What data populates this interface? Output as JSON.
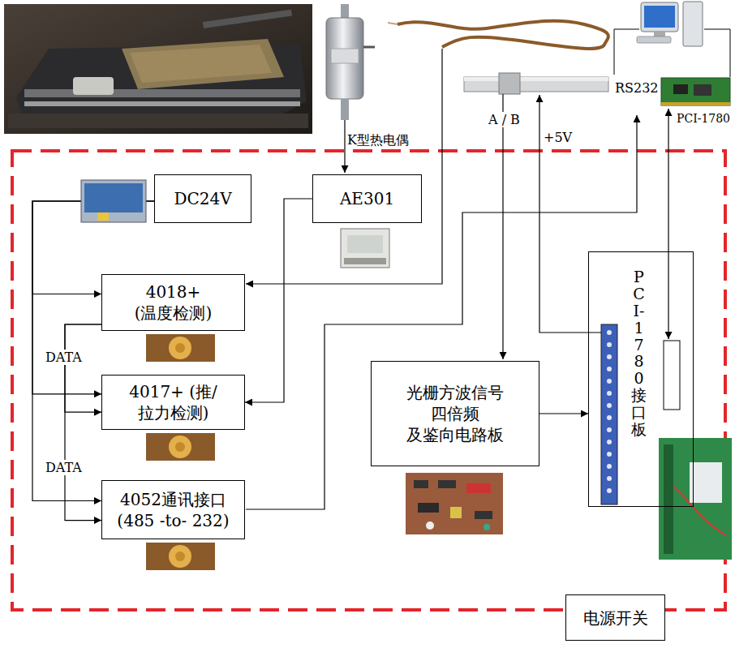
{
  "diagram": {
    "nodes": [
      {
        "text": [
          "DC24V"
        ]
      },
      {
        "text": [
          "AE301"
        ]
      },
      {
        "text": [
          "4018+ (温度检测)"
        ]
      },
      {
        "text": [
          "4017+ (推/拉力检测)"
        ]
      },
      {
        "text": [
          "4052通讯接口 (485 -to- 232)"
        ]
      },
      {
        "text": [
          "光栅方波信号 四倍频 及鉴向电路板"
        ]
      },
      {
        "text": [
          "PCI-1780接口板"
        ]
      },
      {
        "text": [
          "电源开关"
        ]
      }
    ],
    "edges": [
      {
        "from": 0,
        "to": 2,
        "arrow": "to"
      },
      {
        "from": 0,
        "to": 3,
        "arrow": "to"
      },
      {
        "from": 0,
        "to": 4,
        "arrow": "to"
      },
      {
        "from": 1,
        "to": 3,
        "arrow": "to"
      },
      {
        "from": 2,
        "to": 3,
        "arrow": "to"
      },
      {
        "from": 2,
        "to": 4,
        "arrow": "to"
      },
      {
        "from": 5,
        "to": 6,
        "arrow": "to"
      }
    ],
    "labels": [
      "K型热电偶",
      "A / B",
      "+5V",
      "RS232",
      "PCI-1780",
      "DATA",
      "DATA"
    ]
  }
}
